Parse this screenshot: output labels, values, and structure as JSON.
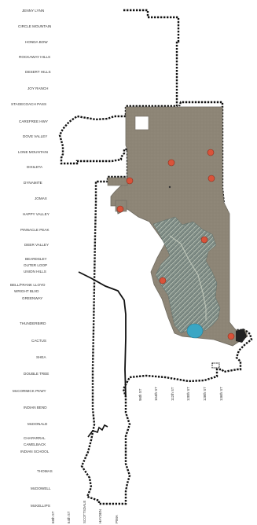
{
  "map": {
    "road_labels": [
      "JENNY LYNN",
      "CIRCLE MOUNTAIN",
      "HONDA BOW",
      "ROCKAWAY HILLS",
      "DESERT HILLS",
      "JOY RANCH",
      "STAGECOACH PASS",
      "CAREFREE HWY",
      "DOVE VALLEY",
      "LONE MOUNTAIN",
      "DIXILETA",
      "DYNAMITE",
      "JOMAX",
      "HAPPY VALLEY",
      "PINNACLE PEAK",
      "DEER VALLEY",
      "BEARDSLEY",
      "OUTER LOOP",
      "UNION HILLS",
      "BELL/FRANK LLOYD",
      "WRIGHT BLVD",
      "GREENWAY",
      "THUNDERBIRD",
      "CACTUS",
      "SHEA",
      "DOUBLE TREE",
      "McCORMICK PKWY",
      "INDIAN BEND",
      "McDONALD",
      "CHAPARRAL",
      "CAMELBACK",
      "INDIAN SCHOOL",
      "THOMAS",
      "McDOWELL",
      "McKELLIPS"
    ],
    "bottom_street_labels": [
      "68th ST",
      "64th ST",
      "SCOTTSDALE",
      "HAYDEN",
      "PIMA"
    ],
    "inner_street_labels": [
      "96th ST",
      "104th ST",
      "112th ST",
      "120th ST",
      "128th ST",
      "136th ST"
    ],
    "colors": {
      "boundary": "#111111",
      "preserve_fill": "#8d8576",
      "preserve_stroke": "#6e6a60",
      "mountain_fill": "#7e8f88",
      "marker": "#d9533a",
      "water": "#3aa6c4"
    }
  }
}
